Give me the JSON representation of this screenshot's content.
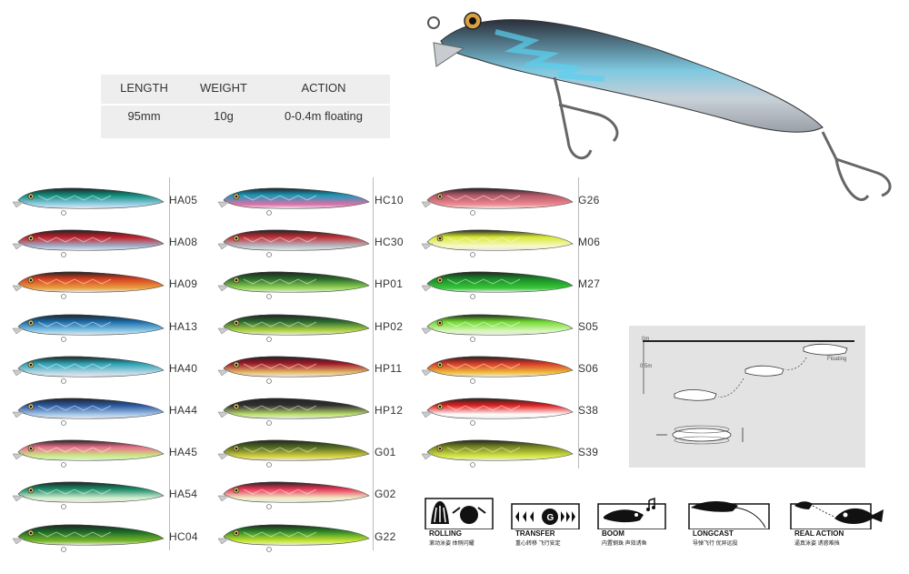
{
  "spec": {
    "headers": [
      "LENGTH",
      "WEIGHT",
      "ACTION"
    ],
    "values": [
      "95mm",
      "10g",
      "0-0.4m floating"
    ]
  },
  "colors": {
    "HA05": [
      "#0f8c7a",
      "#9ad0e8"
    ],
    "HA08": [
      "#c0202a",
      "#9fb5d0"
    ],
    "HA09": [
      "#d84020",
      "#e8a040"
    ],
    "HA13": [
      "#1a6aa8",
      "#8ecbe8"
    ],
    "HA40": [
      "#28a0b0",
      "#b8d8e8"
    ],
    "HA44": [
      "#2858a0",
      "#a8c8e8"
    ],
    "HA45": [
      "#e8708a",
      "#c8f088"
    ],
    "HA54": [
      "#1a8a68",
      "#d8f0d0"
    ],
    "HC04": [
      "#1a6a28",
      "#7ab828"
    ],
    "HC10": [
      "#1a98b8",
      "#e070a8"
    ],
    "HC30": [
      "#c03038",
      "#b8c0c8"
    ],
    "HP01": [
      "#2a6a2a",
      "#98d858"
    ],
    "HP02": [
      "#2a6a30",
      "#b8d848"
    ],
    "HP11": [
      "#a01828",
      "#e8c070"
    ],
    "HP12": [
      "#303030",
      "#c0e070"
    ],
    "G01": [
      "#506a20",
      "#d8d040"
    ],
    "G02": [
      "#e83858",
      "#f0f0c8"
    ],
    "G22": [
      "#308a28",
      "#c8e830"
    ],
    "G26": [
      "#b05868",
      "#f08890"
    ],
    "M06": [
      "#d8e838",
      "#f8f8c8"
    ],
    "M27": [
      "#1a8a28",
      "#38c838"
    ],
    "S05": [
      "#70d830",
      "#d8f8b8"
    ],
    "S06": [
      "#d83828",
      "#f0c040"
    ],
    "S38": [
      "#e02020",
      "#ffffff"
    ],
    "S39": [
      "#7a8a20",
      "#d8e848"
    ]
  },
  "columns": [
    [
      "HA05",
      "HA08",
      "HA09",
      "HA13",
      "HA40",
      "HA44",
      "HA45",
      "HA54",
      "HC04"
    ],
    [
      "HC10",
      "HC30",
      "HP01",
      "HP02",
      "HP11",
      "HP12",
      "G01",
      "G02",
      "G22"
    ],
    [
      "G26",
      "M06",
      "M27",
      "S05",
      "S06",
      "S38",
      "S39"
    ]
  ],
  "diagram": {
    "depth_top": "0m",
    "depth_bottom": "0.5m",
    "label": "Floating"
  },
  "features": [
    {
      "name": "ROLLING",
      "cn": "滚动泳姿 体侧闪耀"
    },
    {
      "name": "TRANSFER",
      "cn": "重心转移 飞行安定"
    },
    {
      "name": "BOOM",
      "cn": "内置钢珠 声效诱鱼"
    },
    {
      "name": "LONGCAST",
      "cn": "导弹飞行 优异远投"
    },
    {
      "name": "REAL ACTION",
      "cn": "逼真泳姿 诱惑难挡"
    }
  ]
}
